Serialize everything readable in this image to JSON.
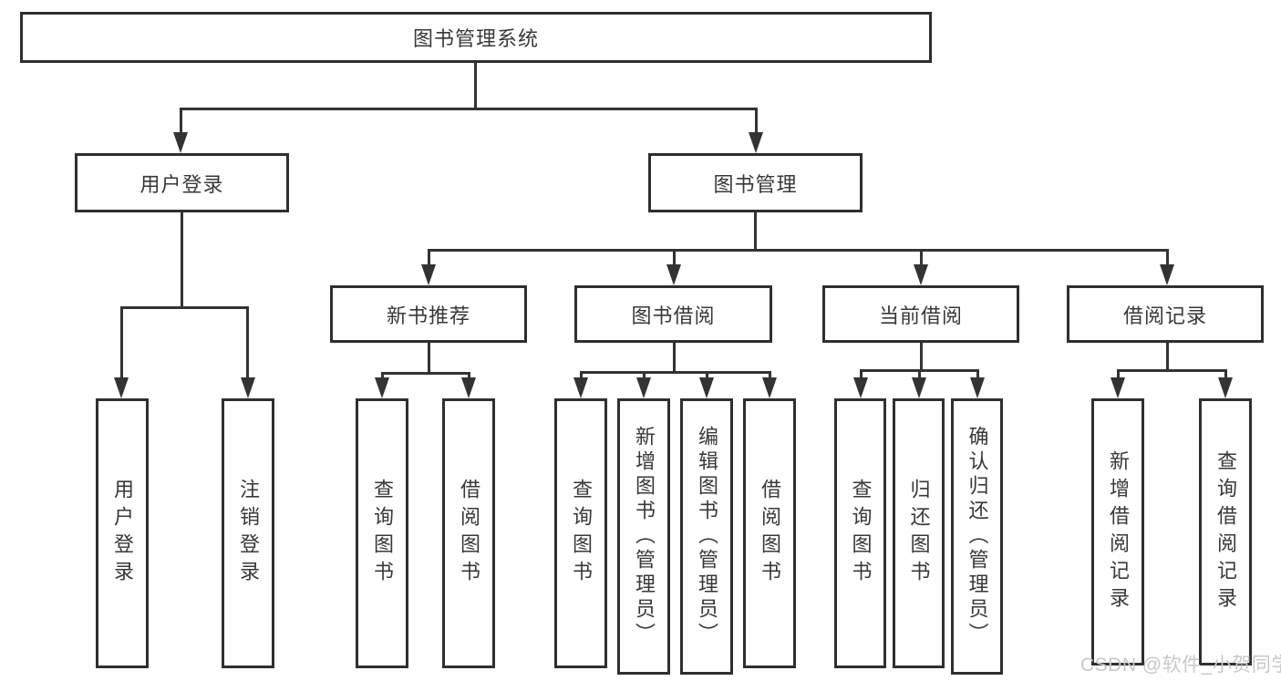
{
  "nodes": {
    "root": "图书管理系统",
    "user_login": "用户登录",
    "book_mgmt": "图书管理",
    "new_book_rec": "新书推荐",
    "book_borrow": "图书借阅",
    "current_borrow": "当前借阅",
    "borrow_records": "借阅记录",
    "leaf_user_login": "用户登录",
    "leaf_logout": "注销登录",
    "leaf_query_books_rec": "查询图书",
    "leaf_borrow_books_rec": "借阅图书",
    "leaf_query_books_borrow": "查询图书",
    "leaf_add_book_admin": "新增图书（管理员）",
    "leaf_edit_book_admin": "编辑图书（管理员）",
    "leaf_borrow_books_borrow": "借阅图书",
    "leaf_query_books_current": "查询图书",
    "leaf_return_book": "归还图书",
    "leaf_confirm_return_admin": "确认归还（管理员）",
    "leaf_add_borrow_record": "新增借阅记录",
    "leaf_query_borrow_record": "查询借阅记录"
  },
  "watermark": {
    "text": "CSDN @软件_小贺同学",
    "color": "#c8c8c8"
  },
  "colors": {
    "line": "#333333",
    "border": "#2f2f2f",
    "text": "#383838",
    "background": "#ffffff"
  }
}
